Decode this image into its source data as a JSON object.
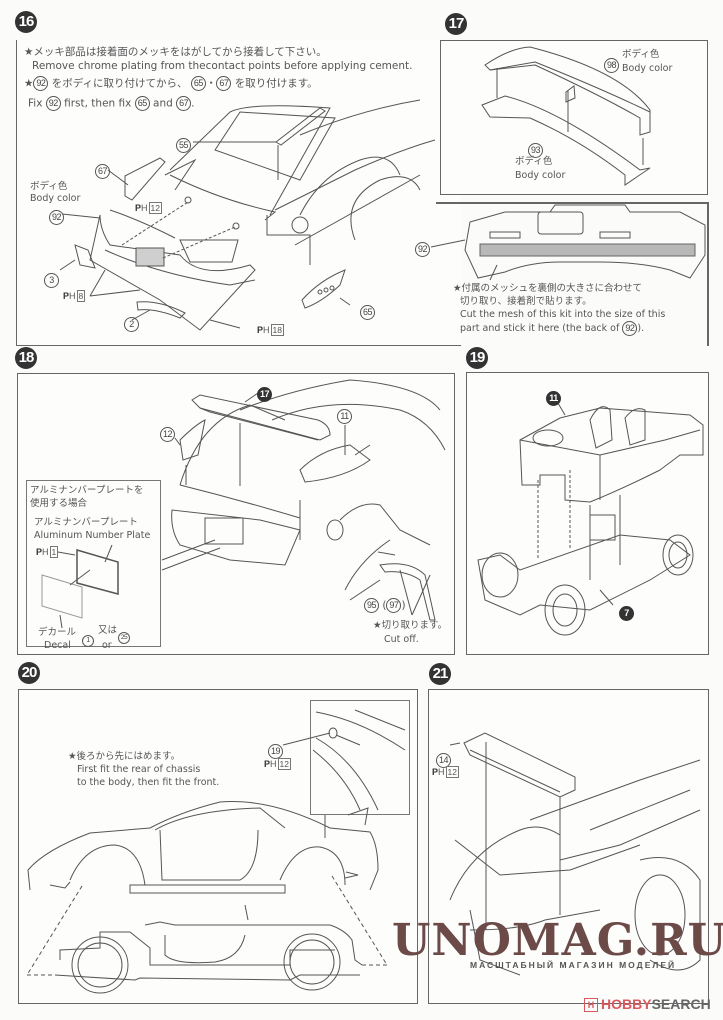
{
  "page": {
    "title": "Assembly instructions steps 16-21"
  },
  "steps": {
    "s16": {
      "number": "16",
      "note1_jp": "★メッキ部品は接着面のメッキをはがしてから接着して下さい。",
      "note1_en": "Remove chrome plating from thecontact points before applying cement.",
      "note2_jp_a": "★",
      "note2_jp_b": "をボディに取り付けてから、",
      "note2_jp_c": "・",
      "note2_jp_d": "を取り付けます。",
      "note2_en_a": "Fix",
      "note2_en_b": "first, then fix",
      "note2_en_c": "and",
      "note2_en_d": ".",
      "part_92": "92",
      "part_65": "65",
      "part_67": "67",
      "part_55": "55",
      "part_3": "3",
      "part_2": "2",
      "body_color_jp": "ボディ色",
      "body_color_en": "Body color",
      "ph_prefix": "H",
      "ph_12": "12",
      "ph_8": "8",
      "ph_18": "18",
      "mesh_part": "92",
      "mesh_jp_1": "★付属のメッシュを裏側の大きさに合わせて",
      "mesh_jp_2": "切り取り、接着剤で貼ります。",
      "mesh_en_1": "Cut the mesh of this kit into the size of this",
      "mesh_en_2a": "part and stick it here (the back of",
      "mesh_en_2b": ")."
    },
    "s17": {
      "number": "17",
      "part_98": "98",
      "part_93": "93",
      "body_color_jp": "ボディ色",
      "body_color_en": "Body color"
    },
    "s18": {
      "number": "18",
      "part_17": "17",
      "part_12": "12",
      "part_11": "11",
      "part_95": "95",
      "part_97": "97",
      "plate_title_jp_1": "アルミナンバープレートを",
      "plate_title_jp_2": "使用する場合",
      "plate_label_jp": "アルミナンバープレート",
      "plate_label_en": "Aluminum Number Plate",
      "ph_prefix": "H",
      "ph_1": "1",
      "decal_jp": "デカール",
      "decal_en": "Decal",
      "decal_1": "1",
      "or_jp": "又は",
      "or_en": "or",
      "decal_25": "25",
      "cut_jp": "★切り取ります。",
      "cut_en": "Cut off."
    },
    "s19": {
      "number": "19",
      "part_11": "11",
      "part_7": "7"
    },
    "s20": {
      "number": "20",
      "note_jp": "★後ろから先にはめます。",
      "note_en_1": "First fit the rear of chassis",
      "note_en_2": "to the body, then fit the front.",
      "part_19": "19",
      "ph_prefix": "H",
      "ph_12": "12"
    },
    "s21": {
      "number": "21",
      "part_14": "14",
      "ph_prefix": "H",
      "ph_12": "12"
    }
  },
  "watermark": {
    "main": "UNOMAG.RU",
    "sub": "МАСШТАБНЫЙ МАГАЗИН МОДЕЛЕЙ",
    "hobby_logo": "H",
    "hobby_a": "HOBBY",
    "hobby_b": "SEARCH",
    "brand_color": "#d9585e",
    "wm_color": "#6b4a48"
  }
}
